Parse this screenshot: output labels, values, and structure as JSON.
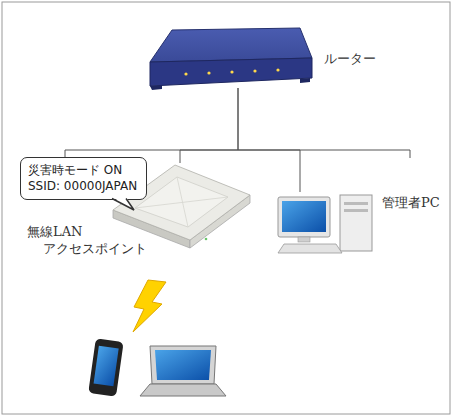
{
  "diagram": {
    "nodes": [
      {
        "text": [
          "ルーター"
        ]
      },
      {
        "text": [
          "災害時モード ON",
          "SSID: 00000JAPAN"
        ]
      },
      {
        "text": [
          "無線LAN アクセスポイント"
        ]
      },
      {
        "text": [
          "管理者PC"
        ]
      }
    ],
    "edges": [
      {
        "from": 0,
        "to": 2,
        "arrow": "none"
      },
      {
        "from": 0,
        "to": 3,
        "arrow": "none"
      }
    ]
  }
}
